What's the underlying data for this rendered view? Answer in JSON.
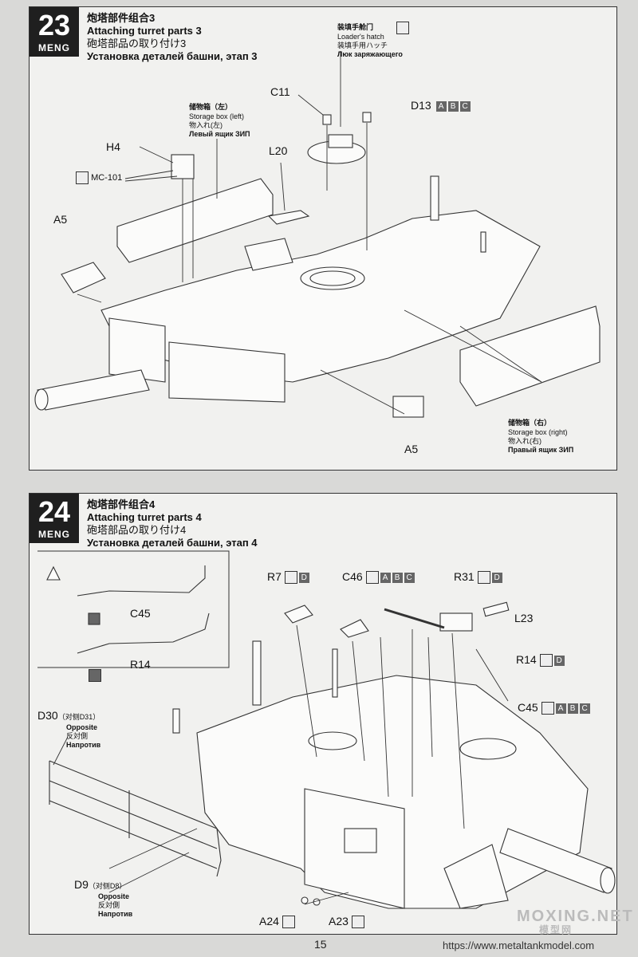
{
  "step23": {
    "number": "23",
    "brand": "MENG",
    "title_cn": "炮塔部件组合3",
    "title_en": "Attaching turret parts 3",
    "title_jp": "砲塔部品の取り付け3",
    "title_ru": "Установка деталей башни, этап 3",
    "loader_hatch": {
      "cn": "装填手舱门",
      "en": "Loader's hatch",
      "jp": "装填手用ハッチ",
      "ru": "Люк заряжающего"
    },
    "storage_left": {
      "cn": "储物箱（左）",
      "en": "Storage box (left)",
      "jp": "物入れ(左)",
      "ru": "Левый ящик ЗИП"
    },
    "storage_right": {
      "cn": "储物箱（右）",
      "en": "Storage box (right)",
      "jp": "物入れ(右)",
      "ru": "Правый ящик ЗИП"
    },
    "parts": {
      "c11": "C11",
      "d13": "D13",
      "h4": "H4",
      "l20": "L20",
      "a5_left": "A5",
      "a5_bottom": "A5",
      "paint": "MC-101"
    },
    "d13_variants": [
      "A",
      "B",
      "C"
    ]
  },
  "step24": {
    "number": "24",
    "brand": "MENG",
    "title_cn": "炮塔部件组合4",
    "title_en": "Attaching turret parts 4",
    "title_jp": "砲塔部品の取り付け4",
    "title_ru": "Установка деталей башни, этап 4",
    "inset": {
      "c45": "C45",
      "r14": "R14"
    },
    "parts": {
      "r7": "R7",
      "c46": "C46",
      "r31": "R31",
      "l23": "L23",
      "r14": "R14",
      "c45": "C45",
      "a24": "A24",
      "a23": "A23"
    },
    "r7_variants": [
      "D"
    ],
    "c46_variants": [
      "A",
      "B",
      "C"
    ],
    "r31_variants": [
      "D"
    ],
    "r14_variants": [
      "D"
    ],
    "c45_variants": [
      "A",
      "B",
      "C"
    ],
    "d30": {
      "label": "D30",
      "paren": "（对侧D31）",
      "en": "Opposite",
      "jp": "反対側",
      "ru": "Напротив"
    },
    "d9": {
      "label": "D9",
      "paren": "（对侧D8）",
      "en": "Opposite",
      "jp": "反対側",
      "ru": "Напротив"
    }
  },
  "footer": {
    "page_number": "15",
    "url": "https://www.metaltankmodel.com",
    "watermark": "MOXING.NET",
    "watermark_sub": "模型网"
  }
}
